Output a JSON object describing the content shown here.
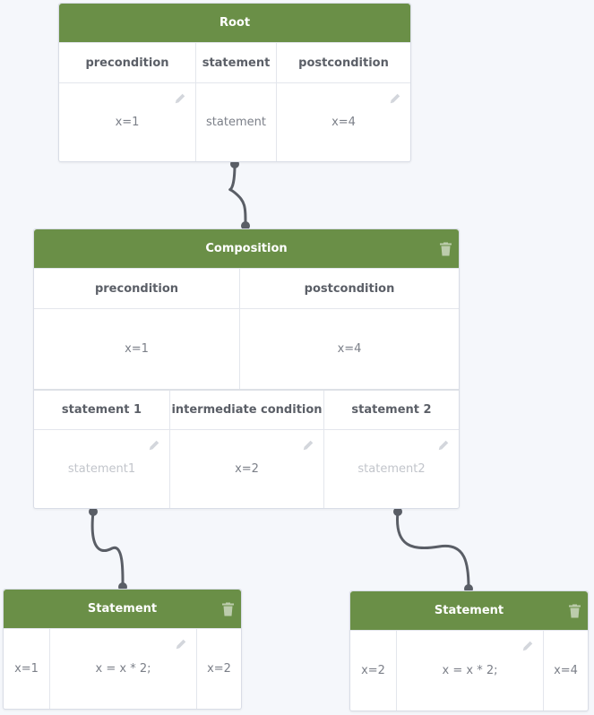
{
  "root": {
    "title": "Root",
    "headers": [
      "precondition",
      "statement",
      "postcondition"
    ],
    "values": [
      "x=1",
      "statement",
      "x=4"
    ]
  },
  "composition": {
    "title": "Composition",
    "top_headers": [
      "precondition",
      "postcondition"
    ],
    "top_values": [
      "x=1",
      "x=4"
    ],
    "bottom_headers": [
      "statement 1",
      "intermediate condition",
      "statement 2"
    ],
    "bottom_values": [
      "statement1",
      "x=2",
      "statement2"
    ]
  },
  "statement_left": {
    "title": "Statement",
    "values": [
      "x=1",
      "x = x * 2;",
      "x=2"
    ]
  },
  "statement_right": {
    "title": "Statement",
    "values": [
      "x=2",
      "x = x * 2;",
      "x=4"
    ]
  },
  "colors": {
    "header": "#6a8f47",
    "wire": "#5a5e66",
    "border": "#d9dde6"
  },
  "icons": [
    "pencil-icon",
    "trash-icon"
  ]
}
